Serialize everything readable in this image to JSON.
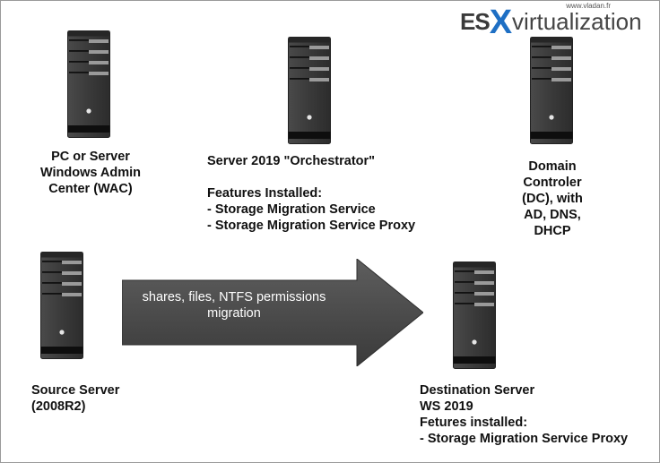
{
  "logo": {
    "url": "www.vladan.fr",
    "brand_es": "ES",
    "brand_x": "X",
    "brand_rest": "virtualization"
  },
  "nodes": {
    "wac": {
      "lines": [
        "PC or Server",
        "Windows Admin",
        "Center (WAC)"
      ]
    },
    "orchestrator": {
      "title": "Server 2019 \"Orchestrator\"",
      "lines": [
        "Features Installed:",
        "- Storage Migration Service",
        "- Storage Migration Service Proxy"
      ]
    },
    "dc": {
      "lines": [
        "Domain",
        "Controler",
        "(DC), with",
        "AD, DNS,",
        "DHCP"
      ]
    },
    "source": {
      "lines": [
        "Source Server",
        "(2008R2)"
      ]
    },
    "destination": {
      "lines": [
        "Destination Server",
        "WS 2019",
        "Fetures installed:",
        "- Storage Migration Service Proxy"
      ]
    }
  },
  "arrow": {
    "lines": [
      "shares, files, NTFS permissions",
      "migration"
    ]
  }
}
